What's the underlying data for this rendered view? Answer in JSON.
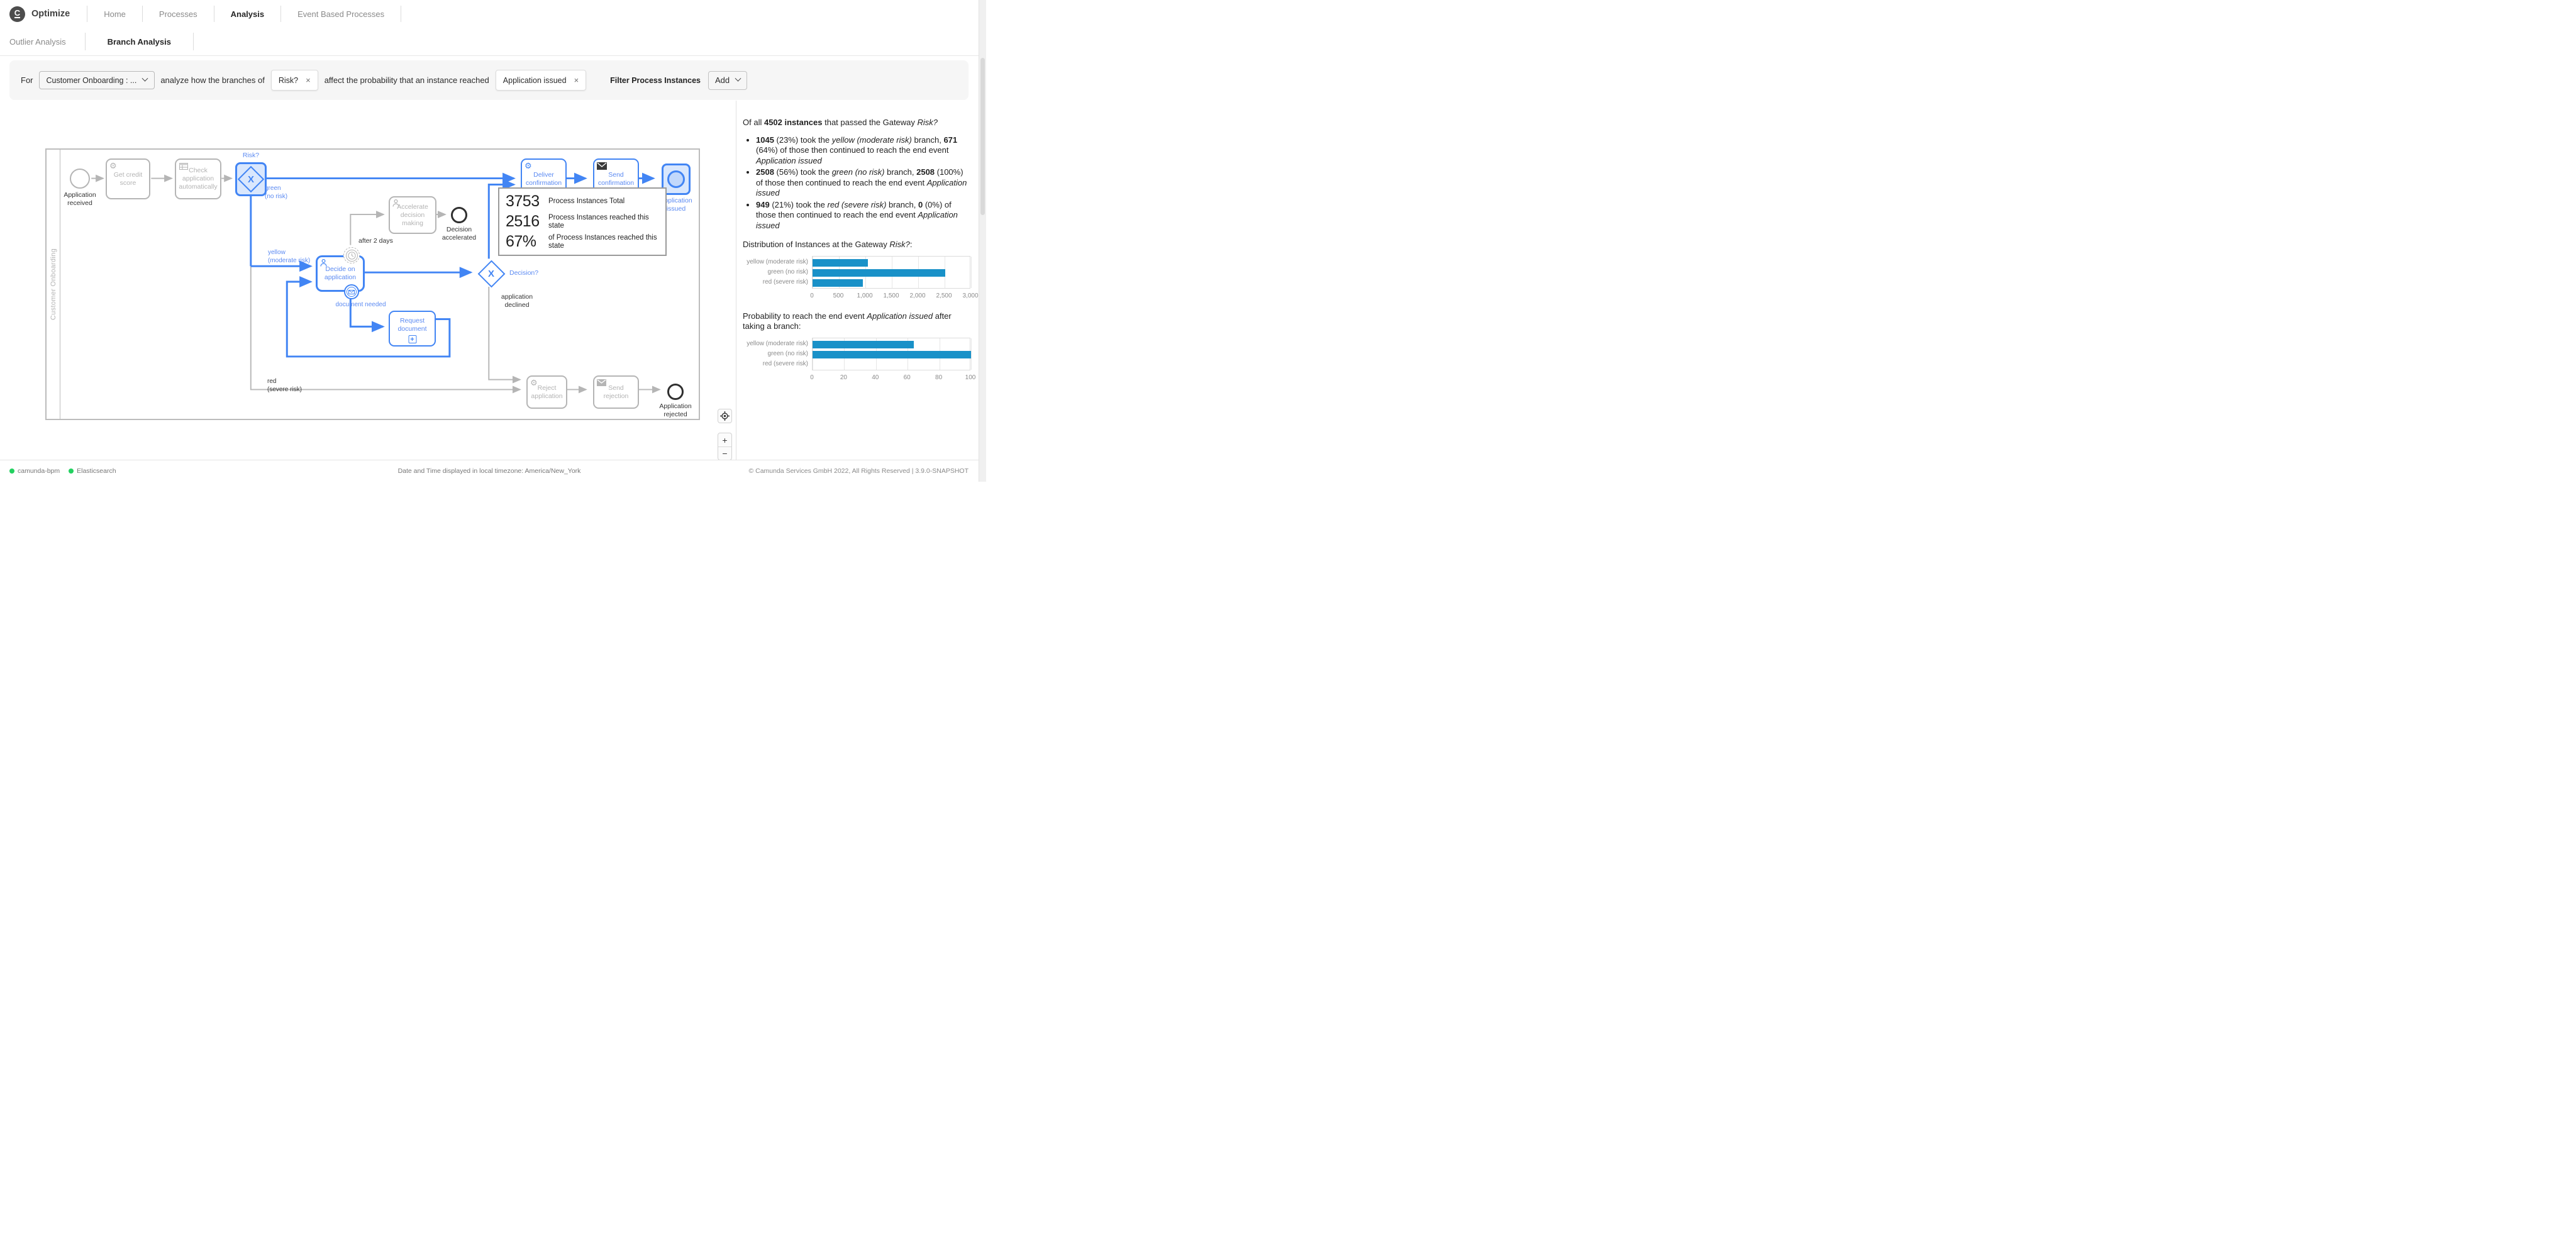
{
  "header": {
    "brand": "Optimize",
    "tabs": [
      {
        "label": "Home",
        "active": false
      },
      {
        "label": "Processes",
        "active": false
      },
      {
        "label": "Analysis",
        "active": true
      },
      {
        "label": "Event Based Processes",
        "active": false
      }
    ]
  },
  "subnav": {
    "tabs": [
      {
        "label": "Outlier Analysis",
        "active": false
      },
      {
        "label": "Branch Analysis",
        "active": true
      }
    ]
  },
  "filter_bar": {
    "for_label": "For",
    "process_select": {
      "value": "Customer Onboarding : ..."
    },
    "text_branches": "analyze how the branches of",
    "gateway_chip": {
      "label": "Risk?",
      "close": "×"
    },
    "text_probability": "affect the probability that an instance reached",
    "end_event_chip": {
      "label": "Application  issued",
      "close": "×"
    },
    "filter_label": "Filter Process Instances",
    "add_button": {
      "label": "Add"
    }
  },
  "diagram": {
    "pool_label": "Customer Onboarding",
    "gateway_marker": "X",
    "subprocess_marker": "+",
    "nodes": {
      "start": "Application received",
      "get_credit_score": "Get credit score",
      "check_application": "Check application automatically",
      "gateway_risk": "Risk?",
      "deliver_confirmation": "Deliver confirmation",
      "send_confirmation": "Send confirmation",
      "end_application_issued": "Application issued",
      "decide_on_application": "Decide on application",
      "accelerate_decision_making": "Accelerate decision making",
      "end_decision_accelerated": "Decision accelerated",
      "gateway_decision": "Decision?",
      "request_document": "Request document",
      "reject_application": "Reject application",
      "send_rejection": "Send rejection",
      "end_application_rejected": "Application rejected"
    },
    "edges": {
      "green": "green\n(no risk)",
      "yellow": "yellow\n(moderate risk)",
      "red": "red\n(severe risk)",
      "timer": "after 2 days",
      "document_needed": "document needed",
      "declined": "application\ndeclined"
    },
    "tooltip": {
      "total_value": "3753",
      "total_label": "Process Instances Total",
      "reached_value": "2516",
      "reached_label": "Process Instances reached this state",
      "percentage_value": "67%",
      "percentage_label": "of Process Instances reached this state"
    }
  },
  "controls": {
    "zoom_in": "+",
    "zoom_out": "−"
  },
  "analysis_panel": {
    "intro": [
      {
        "t": "Of all "
      },
      {
        "t": "4502 instances",
        "b": true
      },
      {
        "t": " that passed the Gateway "
      },
      {
        "t": "Risk?",
        "i": true
      }
    ],
    "bullets": [
      [
        {
          "t": "1045",
          "b": true
        },
        {
          "t": " (23%) took the "
        },
        {
          "t": "yellow (moderate risk)",
          "i": true
        },
        {
          "t": " branch, "
        },
        {
          "t": "671",
          "b": true
        },
        {
          "t": " (64%) of those then continued to reach the end event "
        },
        {
          "t": "Application  issued",
          "i": true
        }
      ],
      [
        {
          "t": "2508",
          "b": true
        },
        {
          "t": " (56%) took the "
        },
        {
          "t": "green (no risk)",
          "i": true
        },
        {
          "t": " branch, "
        },
        {
          "t": "2508",
          "b": true
        },
        {
          "t": " (100%) of those then continued to reach the end event "
        },
        {
          "t": "Application  issued",
          "i": true
        }
      ],
      [
        {
          "t": "949",
          "b": true
        },
        {
          "t": " (21%) took the "
        },
        {
          "t": "red  (severe risk)",
          "i": true
        },
        {
          "t": " branch, "
        },
        {
          "t": "0",
          "b": true
        },
        {
          "t": " (0%) of those then continued to reach the end event "
        },
        {
          "t": "Application  issued",
          "i": true
        }
      ]
    ],
    "distribution_heading": [
      {
        "t": "Distribution of Instances at the Gateway "
      },
      {
        "t": "Risk?",
        "i": true
      },
      {
        "t": ":"
      }
    ],
    "probability_heading": [
      {
        "t": "Probability to reach the end event "
      },
      {
        "t": "Application  issued",
        "i": true
      },
      {
        "t": " after taking a branch:"
      }
    ]
  },
  "chart_data": [
    {
      "type": "bar",
      "orientation": "horizontal",
      "title": "Distribution of Instances at the Gateway Risk?",
      "categories": [
        "yellow (moderate risk)",
        "green (no risk)",
        "red  (severe risk)"
      ],
      "values": [
        1045,
        2508,
        949
      ],
      "xlim": [
        0,
        3000
      ],
      "xticks": [
        0,
        500,
        1000,
        1500,
        2000,
        2500,
        3000
      ],
      "xtick_labels": [
        "0",
        "500",
        "1,000",
        "1,500",
        "2,000",
        "2,500",
        "3,000"
      ],
      "bar_color": "#1991c8",
      "grid": true,
      "legend": false
    },
    {
      "type": "bar",
      "orientation": "horizontal",
      "title": "Probability (%) to reach the end event Application issued after taking a branch",
      "categories": [
        "yellow (moderate risk)",
        "green (no risk)",
        "red  (severe risk)"
      ],
      "values": [
        64,
        100,
        0
      ],
      "xlim": [
        0,
        100
      ],
      "xticks": [
        0,
        20,
        40,
        60,
        80,
        100
      ],
      "xtick_labels": [
        "0",
        "20",
        "40",
        "60",
        "80",
        "100"
      ],
      "bar_color": "#1991c8",
      "grid": true,
      "legend": false
    }
  ],
  "footer": {
    "status": [
      {
        "label": "camunda-bpm",
        "color": "#23d160"
      },
      {
        "label": "Elasticsearch",
        "color": "#23d160"
      }
    ],
    "timezone_note": "Date and Time displayed in local timezone: America/New_York",
    "copyright": "© Camunda Services GmbH 2022, All Rights Reserved | 3.9.0-SNAPSHOT"
  }
}
